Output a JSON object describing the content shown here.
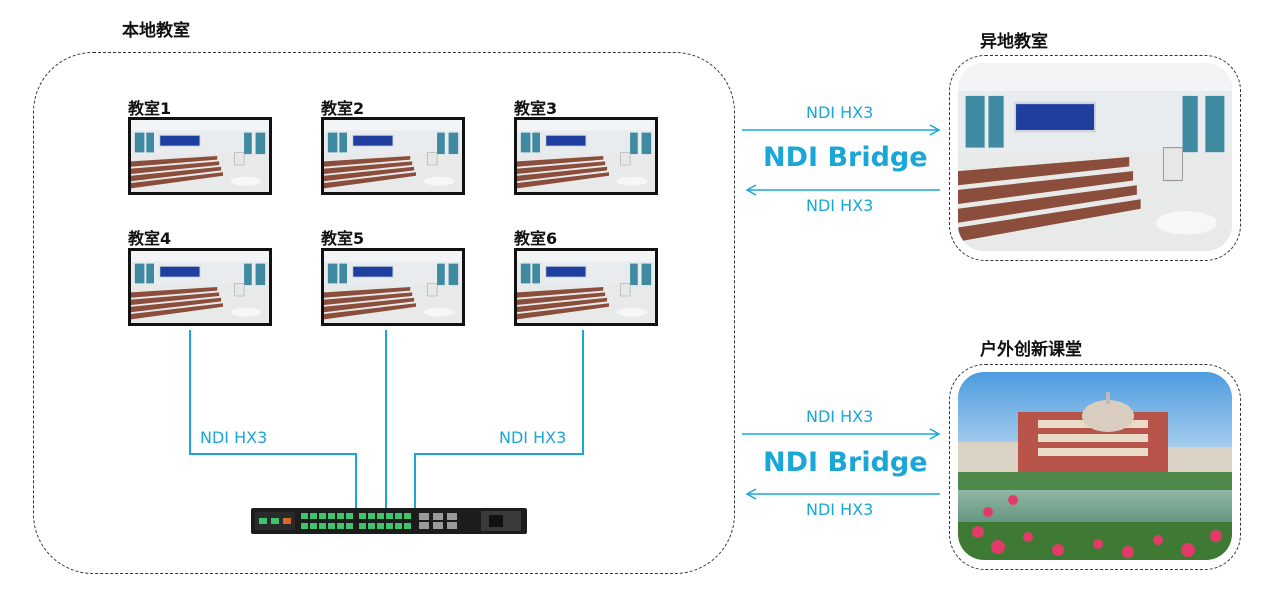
{
  "local": {
    "title": "本地教室",
    "rooms": [
      {
        "label": "教室1"
      },
      {
        "label": "教室2"
      },
      {
        "label": "教室3"
      },
      {
        "label": "教室4"
      },
      {
        "label": "教室5"
      },
      {
        "label": "教室6"
      }
    ],
    "link_left": "NDI HX3",
    "link_right": "NDI HX3"
  },
  "remote": {
    "title": "异地教室",
    "top_link": "NDI HX3",
    "bridge": "NDI Bridge",
    "bottom_link": "NDI HX3"
  },
  "outdoor": {
    "title": "户外创新课堂",
    "top_link": "NDI HX3",
    "bridge": "NDI Bridge",
    "bottom_link": "NDI HX3"
  },
  "colors": {
    "link": "#1aa7d8",
    "switch_body": "#1c1c1c",
    "port_led": "#3ec46d"
  }
}
